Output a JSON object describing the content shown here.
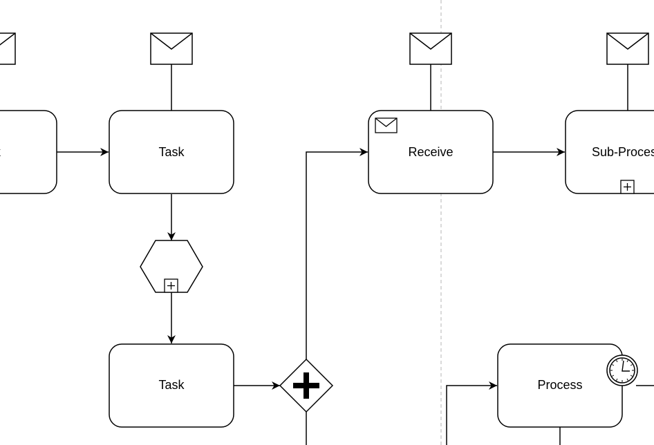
{
  "diagram": {
    "colors": {
      "stroke": "#000000",
      "fill": "#ffffff",
      "lane_divider": "#c0c0c0"
    },
    "nodes": {
      "task_partial": {
        "label": "sk"
      },
      "task_top": {
        "label": "Task"
      },
      "task_bottom": {
        "label": "Task"
      },
      "receive": {
        "label": "Receive",
        "marker_icon": "envelope-icon"
      },
      "subprocess": {
        "label": "Sub-Proces",
        "marker_icon": "collapsed-plus-icon"
      },
      "process": {
        "label": "Process",
        "boundary_icon": "timer-icon"
      },
      "hexagon_event": {
        "marker_icon": "collapsed-plus-icon"
      },
      "parallel_gateway": {
        "marker_icon": "plus-icon"
      }
    },
    "message_icons": [
      "envelope-icon",
      "envelope-icon",
      "envelope-icon",
      "envelope-icon"
    ]
  }
}
